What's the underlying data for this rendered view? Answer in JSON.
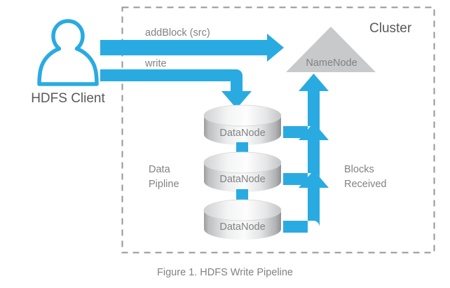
{
  "figure": {
    "caption": "Figure 1. HDFS Write Pipeline"
  },
  "colors": {
    "arrow_blue": "#29abe2",
    "node_gray": "#c8c9ca",
    "text_gray": "#808285",
    "text_dark_gray": "#58595b",
    "boundary_dash": "#939598",
    "background": "#ffffff"
  },
  "diagram": {
    "type": "flow-diagram",
    "boundary": {
      "label": "Cluster",
      "style": "dashed"
    },
    "client": {
      "label": "HDFS Client",
      "icon": "user-icon"
    },
    "namenode": {
      "label": "NameNode",
      "shape": "triangle"
    },
    "datanodes": [
      {
        "label": "DataNode"
      },
      {
        "label": "DataNode"
      },
      {
        "label": "DataNode"
      }
    ],
    "edge_labels": {
      "add_block": "addBlock (src)",
      "write": "write",
      "data_pipline": "Data\nPipline",
      "blocks_received": "Blocks\nReceived"
    }
  }
}
